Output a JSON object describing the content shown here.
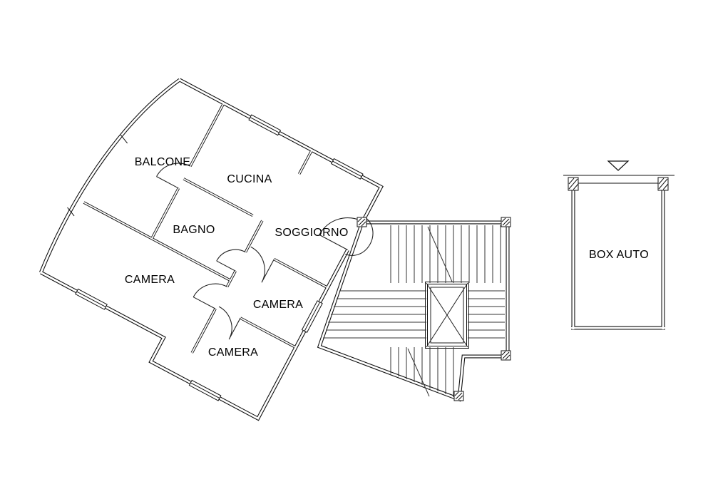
{
  "floorplan": {
    "apartment": {
      "rooms": [
        {
          "id": "balcone",
          "label": "BALCONE"
        },
        {
          "id": "cucina",
          "label": "CUCINA"
        },
        {
          "id": "bagno",
          "label": "BAGNO"
        },
        {
          "id": "soggiorno",
          "label": "SOGGIORNO"
        },
        {
          "id": "camera-1",
          "label": "CAMERA"
        },
        {
          "id": "camera-2",
          "label": "CAMERA"
        },
        {
          "id": "camera-3",
          "label": "CAMERA"
        }
      ]
    },
    "garage": {
      "label": "BOX AUTO"
    },
    "colors": {
      "line": "#111111",
      "background": "#ffffff"
    }
  }
}
